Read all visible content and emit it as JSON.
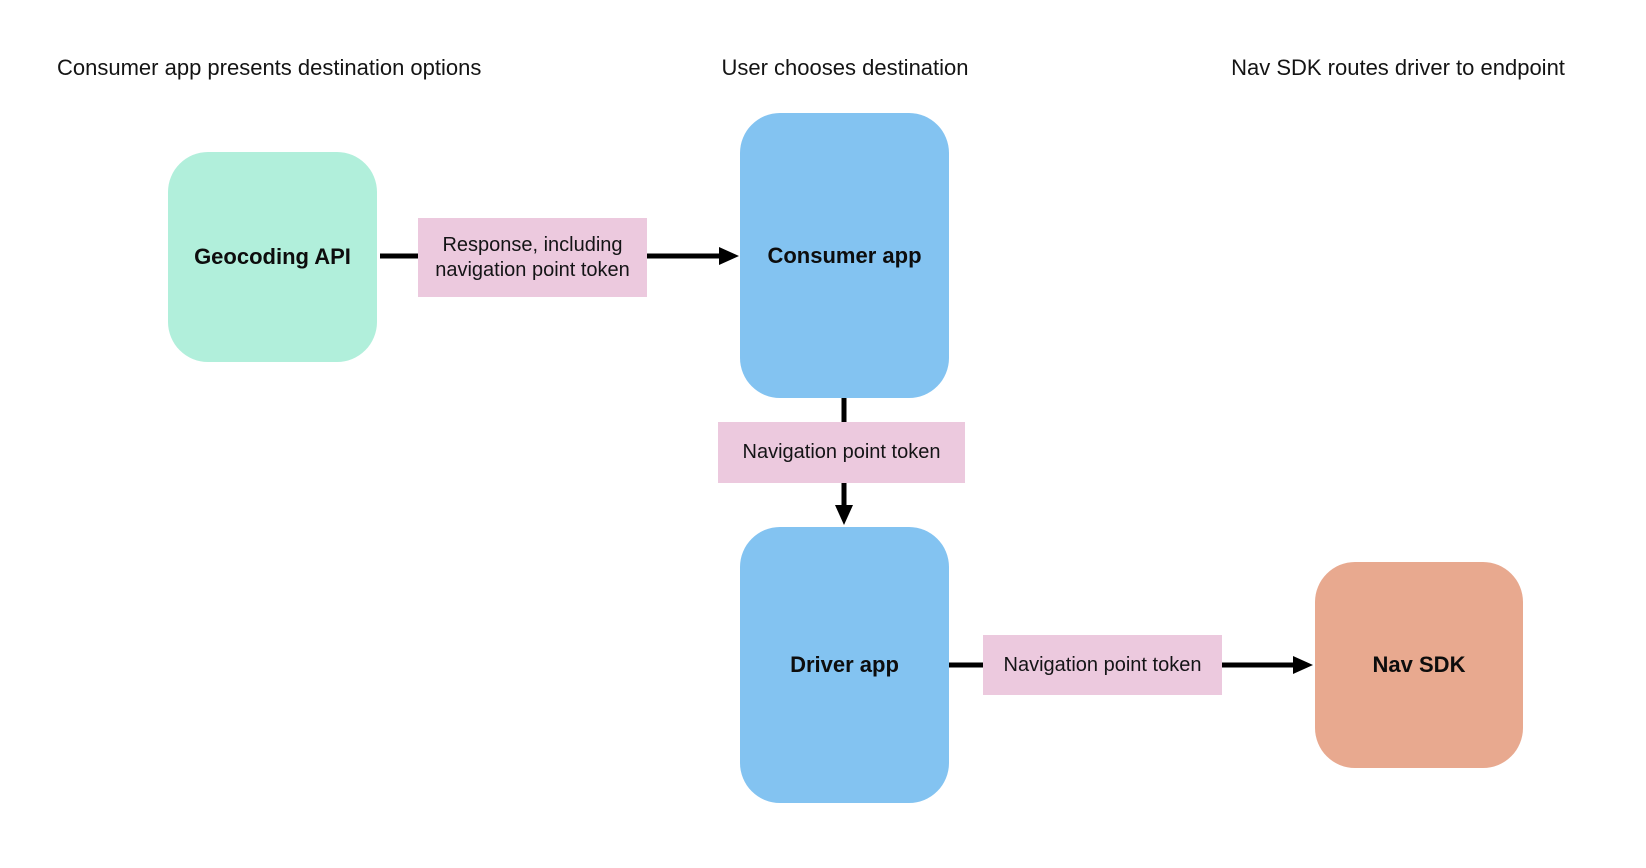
{
  "page": {
    "background": "#ffffff"
  },
  "diagram": {
    "column_headers": [
      {
        "label": "Consumer app presents destination options"
      },
      {
        "label": "User chooses destination"
      },
      {
        "label": "Nav SDK routes driver to endpoint"
      }
    ],
    "nodes": [
      {
        "id": "geocoding-api",
        "label": "Geocoding API",
        "fill": "#b1efdb"
      },
      {
        "id": "consumer-app",
        "label": "Consumer app",
        "fill": "#83c3f1"
      },
      {
        "id": "driver-app",
        "label": "Driver app",
        "fill": "#83c3f1"
      },
      {
        "id": "nav-sdk",
        "label": "Nav SDK",
        "fill": "#e8a98f"
      }
    ],
    "edge_labels": [
      {
        "label": "Response, including navigation point token",
        "fill": "#ecc9de"
      },
      {
        "label": "Navigation point token",
        "fill": "#ecc9de"
      },
      {
        "label": "Navigation point token",
        "fill": "#ecc9de"
      }
    ],
    "arrow_color": "#000000"
  }
}
